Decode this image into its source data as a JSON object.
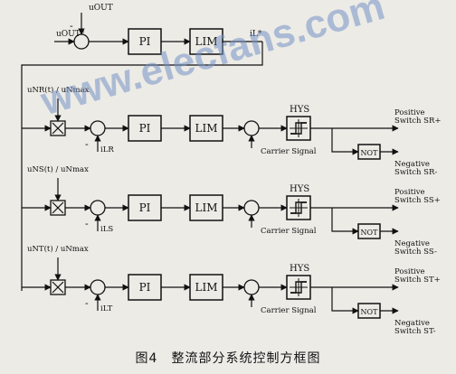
{
  "colors": {
    "background": "#ecebe6",
    "ink": "#111111",
    "watermark": "#7692c4"
  },
  "outer_loop": {
    "input": "uOUT*",
    "feedback": "uOUT",
    "feedback_sign": "-",
    "controller": "PI",
    "limiter": "LIM",
    "output": "iL*"
  },
  "channels": [
    {
      "id": "R",
      "reference": "uNR(t) / uNmax",
      "current": "iLR",
      "sign": "-",
      "controller": "PI",
      "limiter": "LIM",
      "carrier": "Carrier Signal",
      "hysteresis": "HYS",
      "inverter": "NOT",
      "positive_label": "Positive",
      "positive_switch": "Switch SR+",
      "negative_label": "Negative",
      "negative_switch": "Switch SR-"
    },
    {
      "id": "S",
      "reference": "uNS(t) / uNmax",
      "current": "iLS",
      "sign": "-",
      "controller": "PI",
      "limiter": "LIM",
      "carrier": "Carrier Signal",
      "hysteresis": "HYS",
      "inverter": "NOT",
      "positive_label": "Positive",
      "positive_switch": "Switch SS+",
      "negative_label": "Negative",
      "negative_switch": "Switch SS-"
    },
    {
      "id": "T",
      "reference": "uNT(t) / uNmax",
      "current": "iLT",
      "sign": "-",
      "controller": "PI",
      "limiter": "LIM",
      "carrier": "Carrier Signal",
      "hysteresis": "HYS",
      "inverter": "NOT",
      "positive_label": "Positive",
      "positive_switch": "Switch ST+",
      "negative_label": "Negative",
      "negative_switch": "Switch ST-"
    }
  ],
  "caption": "图4　整流部分系统控制方框图",
  "watermark": "www.elecfans.com"
}
